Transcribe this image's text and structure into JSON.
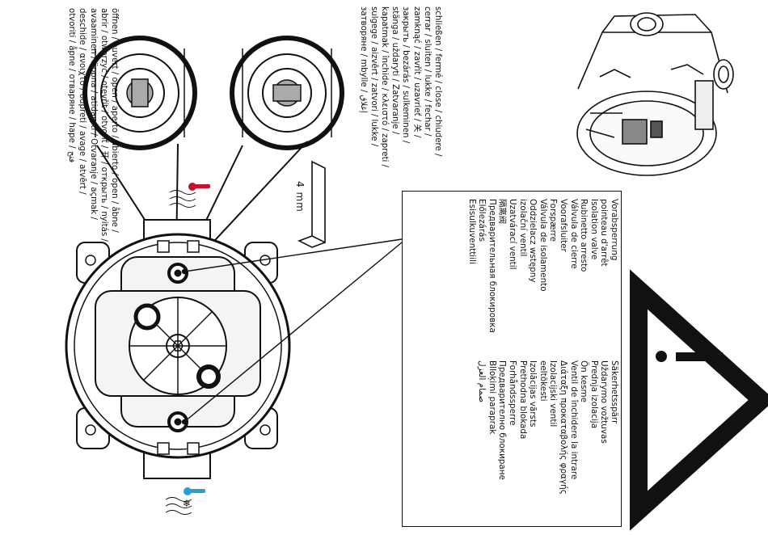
{
  "close_labels": [
    "schließen / fermé / close / chiudere /",
    "cerrar / sluiten / lukke / fechar /",
    "zamknąć / zavřít / uzavrieť / 关 /",
    "закрыть / bezárás / sulkeminen /",
    "stänga / uždaryti / Zatvaranje /",
    "kapatmak / închide / κλειστό / zapreti /",
    "sulgege / aizvērt / zatvori / lukke /",
    "затворяне / mbylle / إغلاق"
  ],
  "open_labels": [
    "öffnen / ouvert / open / aperto / abierto / open / åbne /",
    "abrir / otworzyć / otevřít / otvoriť / 开 / открыть / nyitás /",
    "avaaminen / öppna / atidaryti / Otvaranje / açmak /",
    "deschide / ανοιχτό / odpreti / avage / atvērt /",
    "otvoriti / åpne / отваряне / hape / فتح"
  ],
  "tool_label": "4 mm",
  "isolation_valve_labels": {
    "column_a": [
      "Vorabsperrung",
      "pointeau d'arrêt",
      "Isolation valve",
      "Rubinetto arresto",
      "Válvula de cierre",
      "Voorafsluiter",
      "Forspærre",
      "Válvula de isolamento",
      "Oddzielacz wstępny",
      "izolační ventil",
      "Uzatvárací ventil",
      "隔离阀",
      "Предварительная блокировка",
      "Előlezárás",
      "Esisulkuventtiili"
    ],
    "column_b": [
      "Säkerhetsspärr",
      "Uždarymo vožtuvas",
      "Prednja izolacija",
      "Ön kesme",
      "Ventil de închidere la intrare",
      "Διάταξη προκαταβολής φραγής",
      "Izolacijski ventil",
      "eeltõkesti",
      "Izolācijas vārsts",
      "Prethodna blokada",
      "Forhåndssperre",
      "Предварително блокиране",
      "Blloķimi paraprak",
      "صمام العزل"
    ]
  },
  "icons": {
    "warning": "warning-triangle-icon",
    "hot": "thermometer-hot-icon",
    "cold": "thermometer-cold-icon",
    "allen_key": "allen-key-icon"
  },
  "colors": {
    "hot": "#c8102e",
    "cold": "#2b9be0",
    "line": "#111111"
  }
}
